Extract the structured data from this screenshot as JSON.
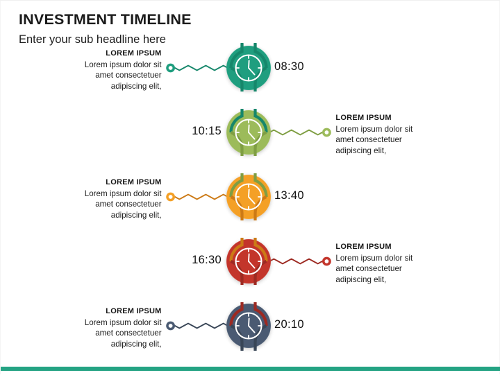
{
  "header": {
    "title": "INVESTMENT TIMELINE",
    "subtitle": "Enter your sub headline here"
  },
  "theme": {
    "accent_bar_color": "#24a383",
    "background": "#ffffff",
    "text_color": "#1a1a1a"
  },
  "timeline": {
    "items": [
      {
        "index": 1,
        "time": "08:30",
        "label": "LOREM IPSUM",
        "body_line_1": "Lorem ipsum dolor sit",
        "body_line_2": "amet consectetuer",
        "body_line_3": "adipiscing elit,",
        "side": "left",
        "color": "#1f9e7f",
        "color_dark": "#16876b",
        "color_light": "#2aab8c",
        "icon": "clock-icon"
      },
      {
        "index": 2,
        "time": "10:15",
        "label": "LOREM IPSUM",
        "body_line_1": "Lorem ipsum dolor sit",
        "body_line_2": "amet consectetuer",
        "body_line_3": "adipiscing elit,",
        "side": "right",
        "color": "#9cbb5a",
        "color_dark": "#7f9e43",
        "color_light": "#a8c468",
        "icon": "clock-icon"
      },
      {
        "index": 3,
        "time": "13:40",
        "label": "LOREM IPSUM",
        "body_line_1": "Lorem ipsum dolor sit",
        "body_line_2": "amet consectetuer",
        "body_line_3": "adipiscing elit,",
        "side": "left",
        "color": "#f4a026",
        "color_dark": "#cc7a16",
        "color_light": "#f7ad3c",
        "icon": "clock-icon"
      },
      {
        "index": 4,
        "time": "16:30",
        "label": "LOREM IPSUM",
        "body_line_1": "Lorem ipsum dolor sit",
        "body_line_2": "amet consectetuer",
        "body_line_3": "adipiscing elit,",
        "side": "right",
        "color": "#c3352b",
        "color_dark": "#9d2a22",
        "color_light": "#cf4238",
        "icon": "clock-icon"
      },
      {
        "index": 5,
        "time": "20:10",
        "label": "LOREM IPSUM",
        "body_line_1": "Lorem ipsum dolor sit",
        "body_line_2": "amet consectetuer",
        "body_line_3": "adipiscing elit,",
        "side": "left",
        "color": "#4a5a72",
        "color_dark": "#394657",
        "color_light": "#56687f",
        "icon": "clock-icon"
      }
    ]
  }
}
